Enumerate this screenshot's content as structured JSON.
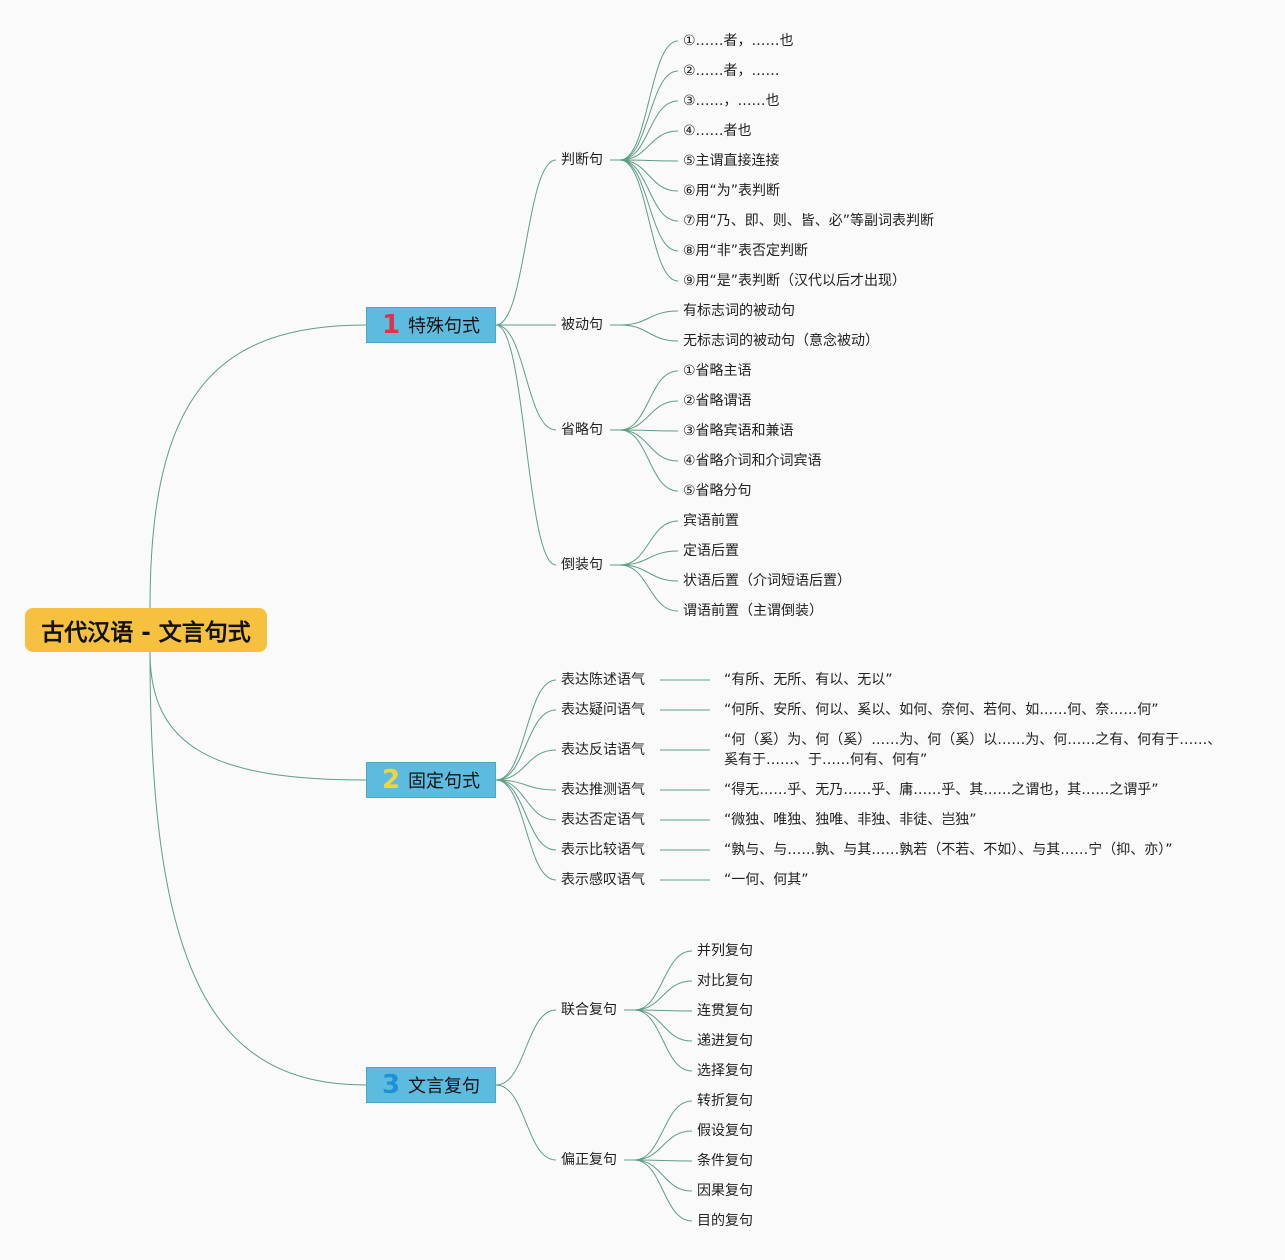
{
  "root": {
    "title": "古代汉语 - 文言句式"
  },
  "colors": {
    "root_bg": "#f5c13f",
    "main_bg": "#5dbbe0",
    "line": "#5e9e85",
    "num1": "#e0324c",
    "num2": "#f5d33a",
    "num3": "#1e90d8"
  },
  "branches": [
    {
      "num": "1",
      "label": "特殊句式",
      "groups": [
        {
          "label": "判断句",
          "items": [
            "①……者，……也",
            "②……者，……",
            "③……，……也",
            "④……者也",
            "⑤主谓直接连接",
            "⑥用“为”表判断",
            "⑦用“乃、即、则、皆、必”等副词表判断",
            "⑧用“非”表否定判断",
            "⑨用“是”表判断（汉代以后才出现）"
          ]
        },
        {
          "label": "被动句",
          "items": [
            "有标志词的被动句",
            "无标志词的被动句（意念被动）"
          ]
        },
        {
          "label": "省略句",
          "items": [
            "①省略主语",
            "②省略谓语",
            "③省略宾语和兼语",
            "④省略介词和介词宾语",
            "⑤省略分句"
          ]
        },
        {
          "label": "倒装句",
          "items": [
            "宾语前置",
            "定语后置",
            "状语后置（介词短语后置）",
            "谓语前置（主谓倒装）"
          ]
        }
      ]
    },
    {
      "num": "2",
      "label": "固定句式",
      "groups": [
        {
          "label": "表达陈述语气",
          "items": [
            "“有所、无所、有以、无以”"
          ]
        },
        {
          "label": "表达疑问语气",
          "items": [
            "“何所、安所、何以、奚以、如何、奈何、若何、如……何、奈……何”"
          ]
        },
        {
          "label": "表达反诘语气",
          "items": [
            "“何（奚）为、何（奚）……为、何（奚）以……为、何……之有、何有于……、奚有于……、于……何有、何有”"
          ]
        },
        {
          "label": "表达推测语气",
          "items": [
            "“得无……乎、无乃……乎、庸……乎、其……之谓也，其……之谓乎”"
          ]
        },
        {
          "label": "表达否定语气",
          "items": [
            "“微独、唯独、独唯、非独、非徒、岂独”"
          ]
        },
        {
          "label": "表示比较语气",
          "items": [
            "“孰与、与……孰、与其……孰若（不若、不如）、与其……宁（抑、亦）”"
          ]
        },
        {
          "label": "表示感叹语气",
          "items": [
            "“一何、何其”"
          ]
        }
      ]
    },
    {
      "num": "3",
      "label": "文言复句",
      "groups": [
        {
          "label": "联合复句",
          "items": [
            "并列复句",
            "对比复句",
            "连贯复句",
            "递进复句",
            "选择复句"
          ]
        },
        {
          "label": "偏正复句",
          "items": [
            "转折复句",
            "假设复句",
            "条件复句",
            "因果复句",
            "目的复句"
          ]
        }
      ]
    }
  ]
}
